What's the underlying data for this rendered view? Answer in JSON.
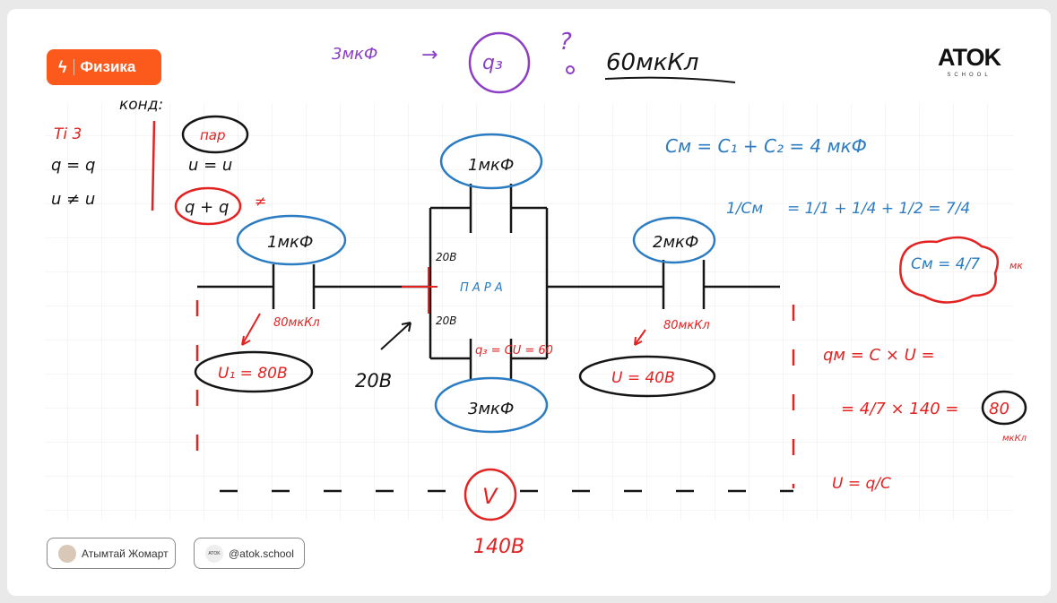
{
  "badge": {
    "icon": "lightning-icon",
    "label": "Физика"
  },
  "logo": {
    "main": "ATOK",
    "sub": "SCHOOL"
  },
  "footer": {
    "author": "Атымтай Жомарт",
    "social_icon_text": "ATOK",
    "social": "@atok.school"
  },
  "colors": {
    "accent": "#fb5a1c",
    "red": "#e32222",
    "blue": "#2b7cc2",
    "purple": "#8d3fc4"
  },
  "board": {
    "top": {
      "c3": "3мкФ",
      "arrow": "→",
      "q3": "q₃",
      "question": "?",
      "answer": "60мкКл"
    },
    "notes": {
      "title": "конд:",
      "ti": "Ті 3",
      "q_eq": "q = q",
      "u_neq": "u ≠ u",
      "par": "пар",
      "u_eq": "u = u",
      "q_plus": "q + q",
      "neq": "≠"
    },
    "circuit": {
      "c1": "1мкФ",
      "c_top": "1мкФ",
      "c_bottom": "3мкФ",
      "c_right": "2мкФ",
      "q1": "80мкКл",
      "u1": "U₁ = 80В",
      "v20": "20В",
      "v20a": "20В",
      "v20b": "20В",
      "para": "П А Р А",
      "q3eq": "q₃ = CU = 60",
      "q_right": "80мкКл",
      "u_right": "U = 40В",
      "voltmeter": "V",
      "v_total": "140В"
    },
    "formulas": {
      "cm": "Cм = C₁ + C₂ = 4 мкФ",
      "inv_lhs": "1/Cм",
      "inv_rhs": "= 1/1 + 1/4 + 1/2 = 7/4",
      "cm_result": "Cм = 4/7",
      "cm_unit": "мк",
      "qm": "qм = C × U =",
      "qm_calc": "= 4/7 × 140 =",
      "qm_result": "80",
      "qm_unit": "мкКл",
      "u_formula": "U = q/C"
    }
  }
}
